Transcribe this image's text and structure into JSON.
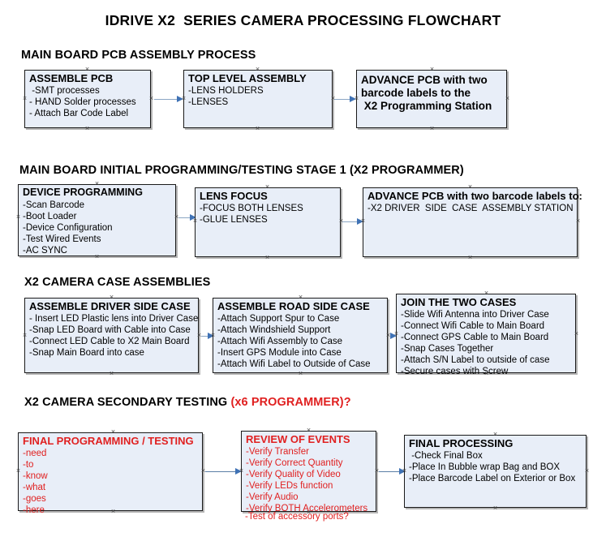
{
  "document": {
    "title": "IDRIVE X2  SERIES CAMERA PROCESSING FLOWCHART"
  },
  "colors": {
    "box_fill": "#e8eef8",
    "box_border": "#1a1a1a",
    "connector": "#8ba6c4",
    "arrow": "#3f72b5",
    "accent_red": "#e02020",
    "text": "#000000"
  },
  "sections": [
    {
      "id": "main-board-pcb-assembly",
      "heading": "MAIN BOARD PCB ASSEMBLY PROCESS",
      "heading_accent": "",
      "nodes": [
        {
          "id": "assemble-pcb",
          "title": "ASSEMBLE PCB",
          "lines": [
            " -SMT processes",
            "- HAND Solder processes",
            "- Attach Bar Code Label"
          ]
        },
        {
          "id": "top-level-assembly",
          "title": "TOP LEVEL ASSEMBLY",
          "lines": [
            "-LENS HOLDERS",
            "-LENSES"
          ]
        },
        {
          "id": "advance-pcb-programming-station",
          "title": "ADVANCE PCB with two",
          "lines": [
            "barcode labels to the",
            " X2 Programming Station"
          ]
        }
      ]
    },
    {
      "id": "main-board-initial-programming",
      "heading": "MAIN BOARD INITIAL PROGRAMMING/TESTING STAGE 1 (X2 PROGRAMMER)",
      "heading_accent": "",
      "nodes": [
        {
          "id": "device-programming",
          "title": "DEVICE PROGRAMMING",
          "lines": [
            "-Scan Barcode",
            "-Boot Loader",
            "-Device Configuration",
            "-Test Wired Events",
            "-AC SYNC"
          ]
        },
        {
          "id": "lens-focus",
          "title": "LENS FOCUS",
          "lines": [
            "-FOCUS BOTH LENSES",
            "-GLUE LENSES"
          ]
        },
        {
          "id": "advance-pcb-driver-side-case",
          "title": "ADVANCE PCB with two barcode labels to:",
          "lines": [
            "-X2 DRIVER  SIDE  CASE  ASSEMBLY STATION"
          ]
        }
      ]
    },
    {
      "id": "x2-camera-case-assemblies",
      "heading": "X2 CAMERA CASE ASSEMBLIES",
      "heading_accent": "",
      "nodes": [
        {
          "id": "assemble-driver-side-case",
          "title": "ASSEMBLE DRIVER SIDE CASE",
          "lines": [
            "- Insert LED Plastic lens into Driver Case",
            "-Snap LED Board with Cable into Case",
            "-Connect LED Cable to X2 Main Board",
            "-Snap Main Board into case"
          ]
        },
        {
          "id": "assemble-road-side-case",
          "title": "ASSEMBLE ROAD SIDE CASE",
          "lines": [
            "-Attach Support Spur to Case",
            "-Attach Windshield Support",
            "-Attach Wifi Assembly to Case",
            "-Insert GPS Module into Case",
            "-Attach Wifi Label to Outside of Case"
          ]
        },
        {
          "id": "join-the-two-cases",
          "title": "JOIN THE TWO CASES",
          "lines": [
            "-Slide Wifi Antenna into Driver Case",
            "-Connect Wifi Cable to Main Board",
            "-Connect GPS Cable to Main Board",
            "-Snap Cases Together",
            "-Attach S/N Label to outside of case",
            "-Secure cases with Screw"
          ]
        }
      ]
    },
    {
      "id": "x2-camera-secondary-testing",
      "heading": "X2 CAMERA SECONDARY TESTING ",
      "heading_accent": "(x6 PROGRAMMER)?",
      "nodes": [
        {
          "id": "final-programming-testing",
          "title": "FINAL PROGRAMMING / TESTING",
          "lines": [
            "-need",
            "-to",
            "-know",
            "-what",
            "-goes",
            "-here"
          ]
        },
        {
          "id": "review-of-events",
          "title": "REVIEW OF EVENTS",
          "lines": [
            "-Verify Transfer",
            "-Verify Correct Quantity",
            "-Verify Quality of Video",
            "-Verify LEDs function",
            "-Verify Audio",
            "-Verify BOTH Accelerometers"
          ],
          "overflow_line": "-Test of accessory ports?"
        },
        {
          "id": "final-processing",
          "title": "FINAL PROCESSING",
          "lines": [
            " -Check Final Box",
            "-Place In Bubble wrap Bag and BOX",
            "-Place Barcode Label on Exterior or Box"
          ]
        }
      ]
    }
  ]
}
